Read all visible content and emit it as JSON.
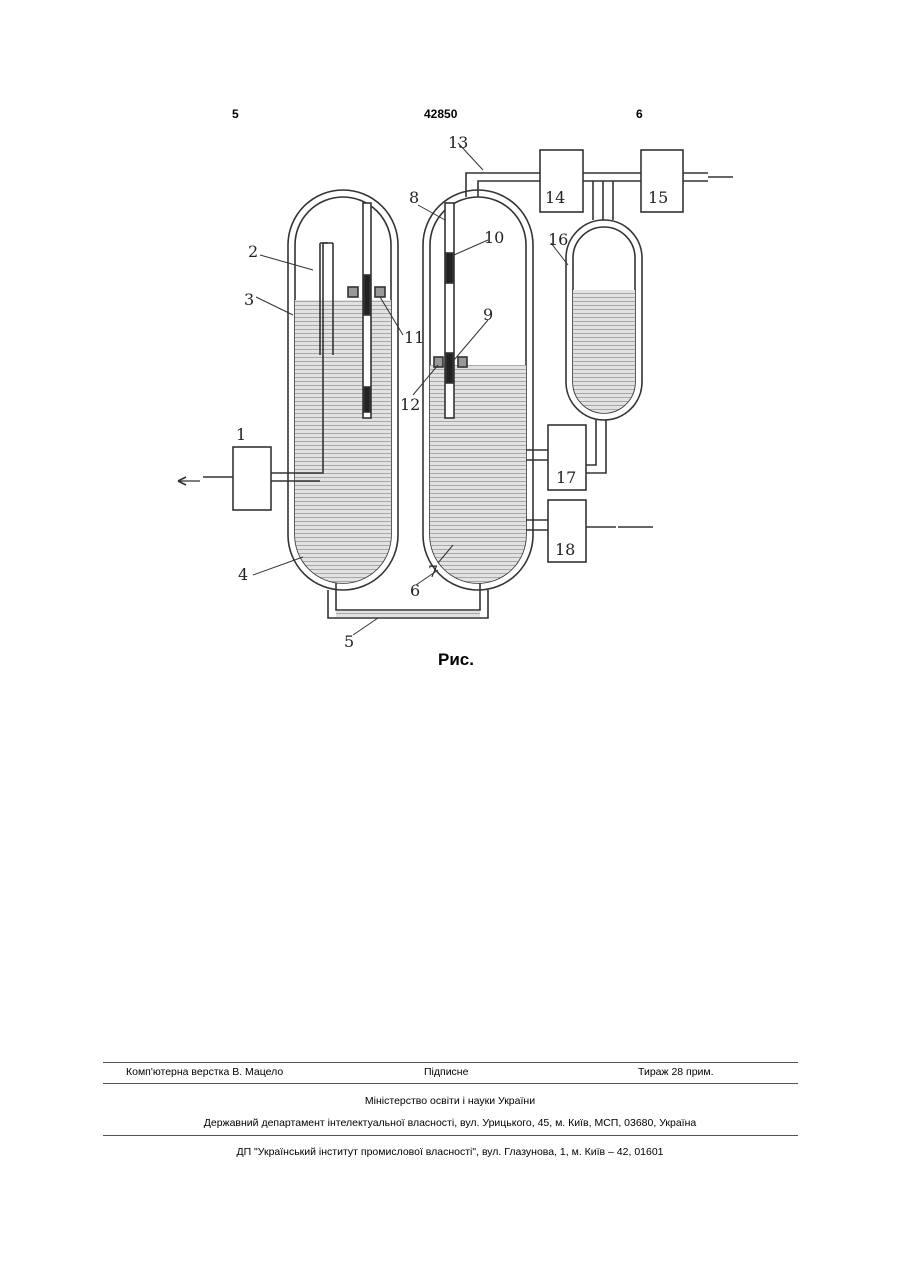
{
  "header": {
    "page_left": "5",
    "patent_number": "42850",
    "page_right": "6"
  },
  "figure": {
    "caption": "Рис.",
    "labels": [
      "1",
      "2",
      "3",
      "4",
      "5",
      "6",
      "7",
      "8",
      "9",
      "10",
      "11",
      "12",
      "13",
      "14",
      "15",
      "16",
      "17",
      "18"
    ]
  },
  "footer": {
    "typesetting": "Комп'ютерна верстка В. Мацело",
    "signed": "Підписне",
    "print_run": "Тираж 28 прим.",
    "ministry": "Міністерство освіти і науки України",
    "department": "Державний департамент інтелектуальної власності, вул. Урицького, 45, м. Київ, МСП, 03680, Україна",
    "institute": "ДП \"Український інститут промислової власності\", вул. Глазунова, 1, м. Київ – 42, 01601"
  },
  "colors": {
    "line": "#333333",
    "liquid": "#cfcfcf"
  }
}
